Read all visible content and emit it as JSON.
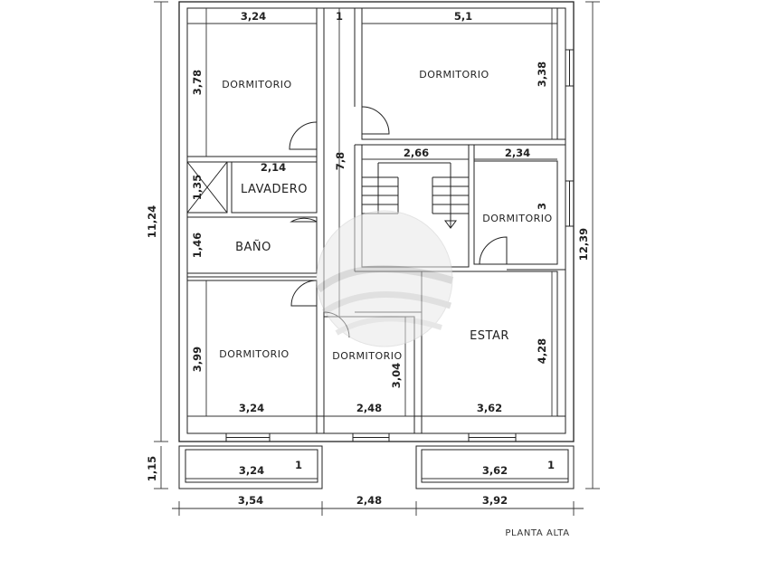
{
  "rooms": {
    "dorm_top_left": "DORMITORIO",
    "dorm_top_right": "DORMITORIO",
    "dorm_right_mid": "DORMITORIO",
    "dorm_bottom_left": "DORMITORIO",
    "dorm_bottom_mid": "DORMITORIO",
    "lavadero": "LAVADERO",
    "bano": "BAÑO",
    "estar": "ESTAR"
  },
  "dimensions": {
    "top_left_width": "3,24",
    "hall_width": "1",
    "top_right_width": "5,1",
    "top_left_height": "3,78",
    "top_right_height": "3,38",
    "hall_length": "7,8",
    "stair_width": "2,66",
    "right_room_width": "2,34",
    "right_room_height": "3",
    "lav_width": "2,14",
    "lav_height": "1,35",
    "bano_height": "1,46",
    "bottom_left_height": "3,99",
    "bottom_left_width": "3,24",
    "bottom_mid_width": "2,48",
    "bottom_mid_height": "3,04",
    "estar_width": "3,62",
    "estar_height": "4,28",
    "balcony_left_width": "3,24",
    "balcony_right_width": "3,62",
    "balcony_left_depth": "1",
    "balcony_right_depth": "1",
    "overall_left_height": "11,24",
    "balcony_depth": "1,15",
    "overall_right_height": "12,39",
    "bottom_total_1": "3,54",
    "bottom_total_2": "2,48",
    "bottom_total_3": "3,92"
  },
  "footer": {
    "plan_label": "PLANTA ALTA"
  }
}
